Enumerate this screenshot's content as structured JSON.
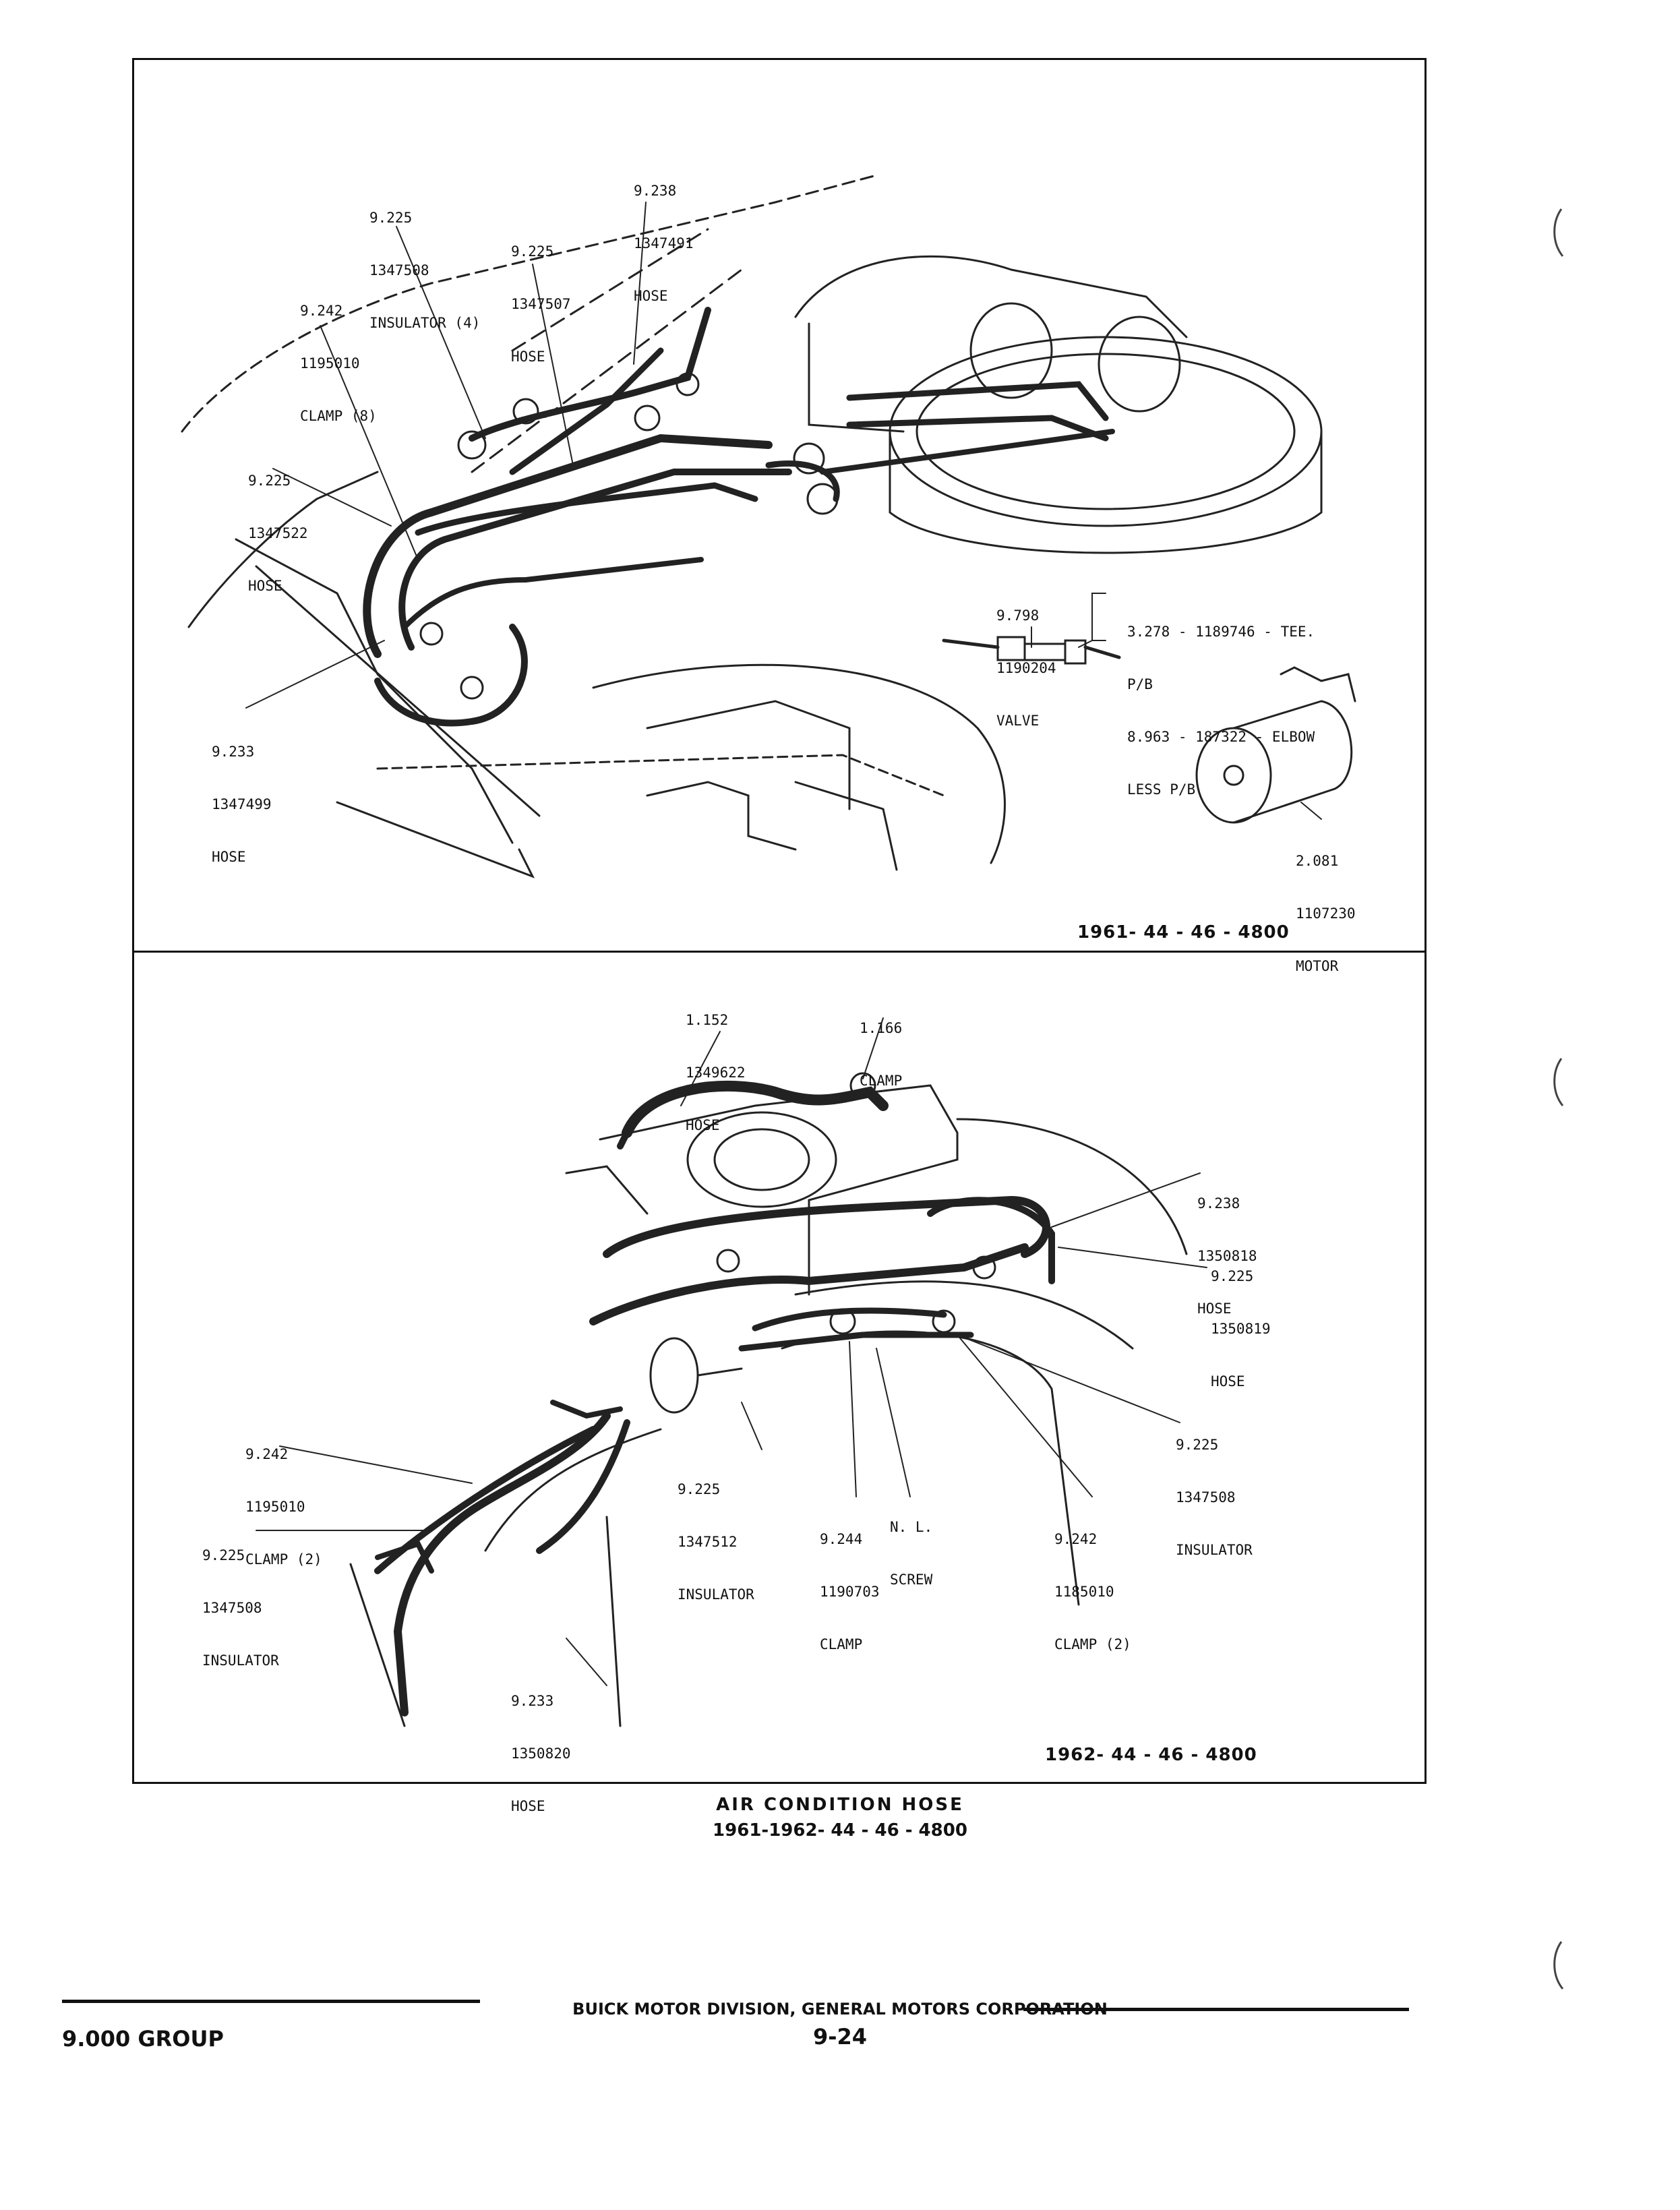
{
  "top_panel": {
    "labels": [
      {
        "id": "t-insulator",
        "lines": [
          "9.225",
          "1347508",
          "INSULATOR (4)"
        ]
      },
      {
        "id": "t-hose-1347507",
        "lines": [
          "9.225",
          "1347507",
          "HOSE"
        ]
      },
      {
        "id": "t-hose-1347491",
        "lines": [
          "9.238",
          "1347491",
          "HOSE"
        ]
      },
      {
        "id": "t-clamp",
        "lines": [
          "9.242",
          "1195010",
          "CLAMP (8)"
        ]
      },
      {
        "id": "t-hose-1347522",
        "lines": [
          "9.225",
          "1347522",
          "HOSE"
        ]
      },
      {
        "id": "t-hose-1347499",
        "lines": [
          "9.233",
          "1347499",
          "HOSE"
        ]
      },
      {
        "id": "t-valve",
        "lines": [
          "9.798",
          "1190204",
          "VALVE"
        ]
      },
      {
        "id": "t-tee-elbow",
        "lines": [
          "3.278 - 1189746 - TEE.",
          "P/B",
          "8.963 - 187322 - ELBOW",
          "LESS P/B"
        ]
      },
      {
        "id": "t-motor",
        "lines": [
          "2.081",
          "1107230",
          "MOTOR"
        ]
      }
    ],
    "figure_code": "1961- 44 - 46 - 4800"
  },
  "bottom_panel": {
    "labels": [
      {
        "id": "b-hose-1349622",
        "lines": [
          "1.152",
          "1349622",
          "HOSE"
        ]
      },
      {
        "id": "b-clamp-1166",
        "lines": [
          "1.166",
          "CLAMP"
        ]
      },
      {
        "id": "b-hose-1350818",
        "lines": [
          "9.238",
          "1350818",
          "HOSE"
        ]
      },
      {
        "id": "b-hose-1350819",
        "lines": [
          "9.225",
          "1350819",
          "HOSE"
        ]
      },
      {
        "id": "b-insulator-right",
        "lines": [
          "9.225",
          "1347508",
          "INSULATOR"
        ]
      },
      {
        "id": "b-clamp-left",
        "lines": [
          "9.242",
          "1195010",
          "CLAMP (2)"
        ]
      },
      {
        "id": "b-insulator-1347512",
        "lines": [
          "9.225",
          "1347512",
          "INSULATOR"
        ]
      },
      {
        "id": "b-insulator-left",
        "lines": [
          "9.225",
          "1347508",
          "INSULATOR"
        ]
      },
      {
        "id": "b-clamp-1190703",
        "lines": [
          "9.244",
          "1190703",
          "CLAMP"
        ]
      },
      {
        "id": "b-screw",
        "lines": [
          "N. L.",
          "SCREW"
        ]
      },
      {
        "id": "b-clamp-1185010",
        "lines": [
          "9.242",
          "1185010",
          "CLAMP (2)"
        ]
      },
      {
        "id": "b-hose-1350820",
        "lines": [
          "9.233",
          "1350820",
          "HOSE"
        ]
      }
    ],
    "figure_code": "1962- 44 - 46 - 4800"
  },
  "caption": {
    "title": "AIR CONDITION HOSE",
    "subtitle": "1961-1962- 44 - 46 - 4800"
  },
  "footer": {
    "group": "9.000 GROUP",
    "company": "BUICK MOTOR DIVISION, GENERAL MOTORS CORPORATION",
    "page": "9-24"
  }
}
